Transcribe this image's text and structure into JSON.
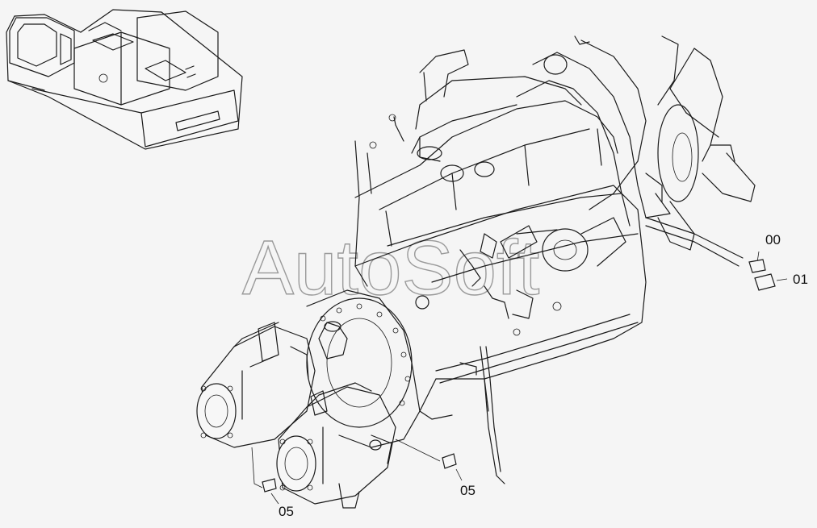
{
  "watermark": "AutoSoft",
  "callouts": {
    "c00": "00",
    "c01": "01",
    "c05_left": "05",
    "c05_right": "05"
  },
  "colors": {
    "background": "#f5f5f5",
    "line": "#1a1a1a",
    "watermark": "#9a9a9a"
  }
}
